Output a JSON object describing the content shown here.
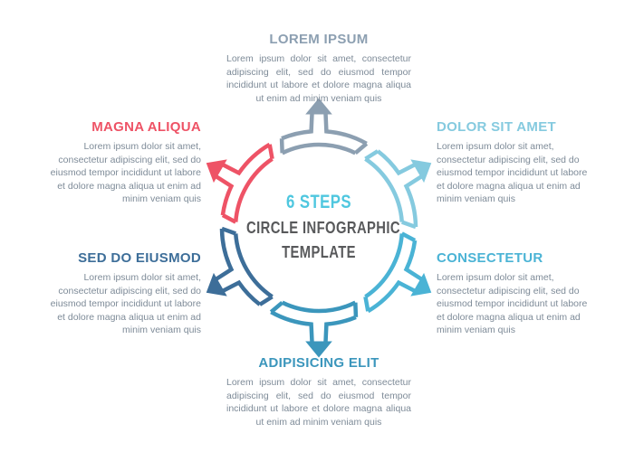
{
  "infographic": {
    "center": {
      "line1": "6 STEPS",
      "line2": "CIRCLE INFOGRAPHIC",
      "line3": "TEMPLATE",
      "line1_color": "#4FC7DF",
      "line23_color": "#58595B"
    },
    "body_text_color": "#7E8B98",
    "sections": [
      {
        "position": "top",
        "angle": 0,
        "color": "#8C9FB1",
        "title": "LOREM IPSUM",
        "body": "Lorem ipsum dolor sit amet, consectetur adipiscing elit, sed do eiusmod tempor incididunt ut labore et dolore magna aliqua ut enim ad minim veniam quis"
      },
      {
        "position": "top-right",
        "angle": 60,
        "color": "#85CADF",
        "title": "DOLOR SIT AMET",
        "body": "Lorem ipsum dolor sit amet, consectetur adipiscing elit, sed do eiusmod tempor incididunt ut labore et dolore magna aliqua ut enim ad minim veniam quis"
      },
      {
        "position": "bottom-right",
        "angle": 120,
        "color": "#4AB3D5",
        "title": "CONSECTETUR",
        "body": "Lorem ipsum dolor sit amet, consectetur adipiscing elit, sed do eiusmod tempor incididunt ut labore et dolore magna aliqua ut enim ad minim veniam quis"
      },
      {
        "position": "bottom",
        "angle": 180,
        "color": "#3B96BC",
        "title": "ADIPISICING ELIT",
        "body": "Lorem ipsum dolor sit amet, consectetur adipiscing elit, sed do eiusmod tempor incididunt ut labore et dolore magna aliqua ut enim ad minim veniam quis"
      },
      {
        "position": "bottom-left",
        "angle": 240,
        "color": "#3D6E99",
        "title": "SED DO EIUSMOD",
        "body": "Lorem ipsum dolor sit amet, consectetur adipiscing elit, sed do eiusmod tempor incididunt ut labore et dolore magna aliqua ut enim ad minim veniam quis"
      },
      {
        "position": "top-left",
        "angle": 300,
        "color": "#EE5366",
        "title": "MAGNA ALIQUA",
        "body": "Lorem ipsum dolor sit amet, consectetur adipiscing elit, sed do eiusmod tempor incididunt ut labore et dolore magna aliqua ut enim ad minim veniam quis"
      }
    ]
  }
}
